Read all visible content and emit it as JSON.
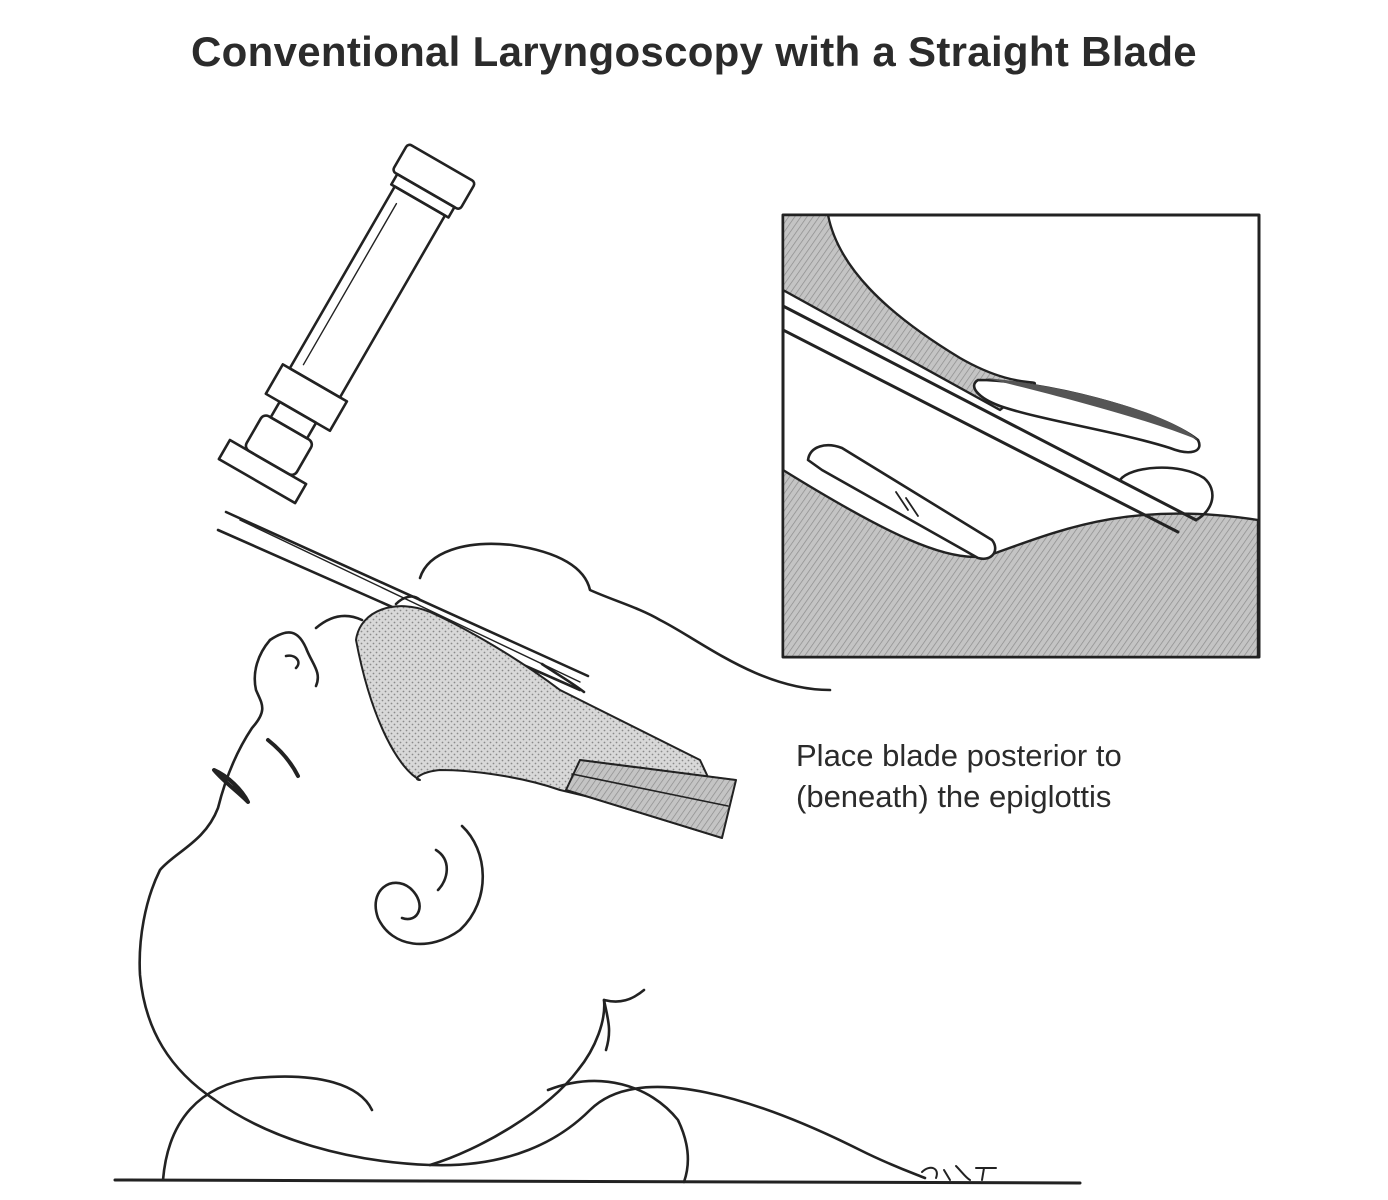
{
  "figure": {
    "title": "Conventional Laryngoscopy with a Straight Blade",
    "caption_lines": [
      "Place blade posterior to",
      "(beneath)  the epiglottis"
    ],
    "signature": "CKS"
  },
  "palette": {
    "ink": "#222222",
    "paper": "#ffffff",
    "shade": "#c9c9c9",
    "inset_shade": "#b8b8b8"
  },
  "icons": [
    "laryngoscope-handle-icon",
    "infant-head-icon",
    "inset-closeup-icon",
    "shoulder-roll-icon"
  ]
}
